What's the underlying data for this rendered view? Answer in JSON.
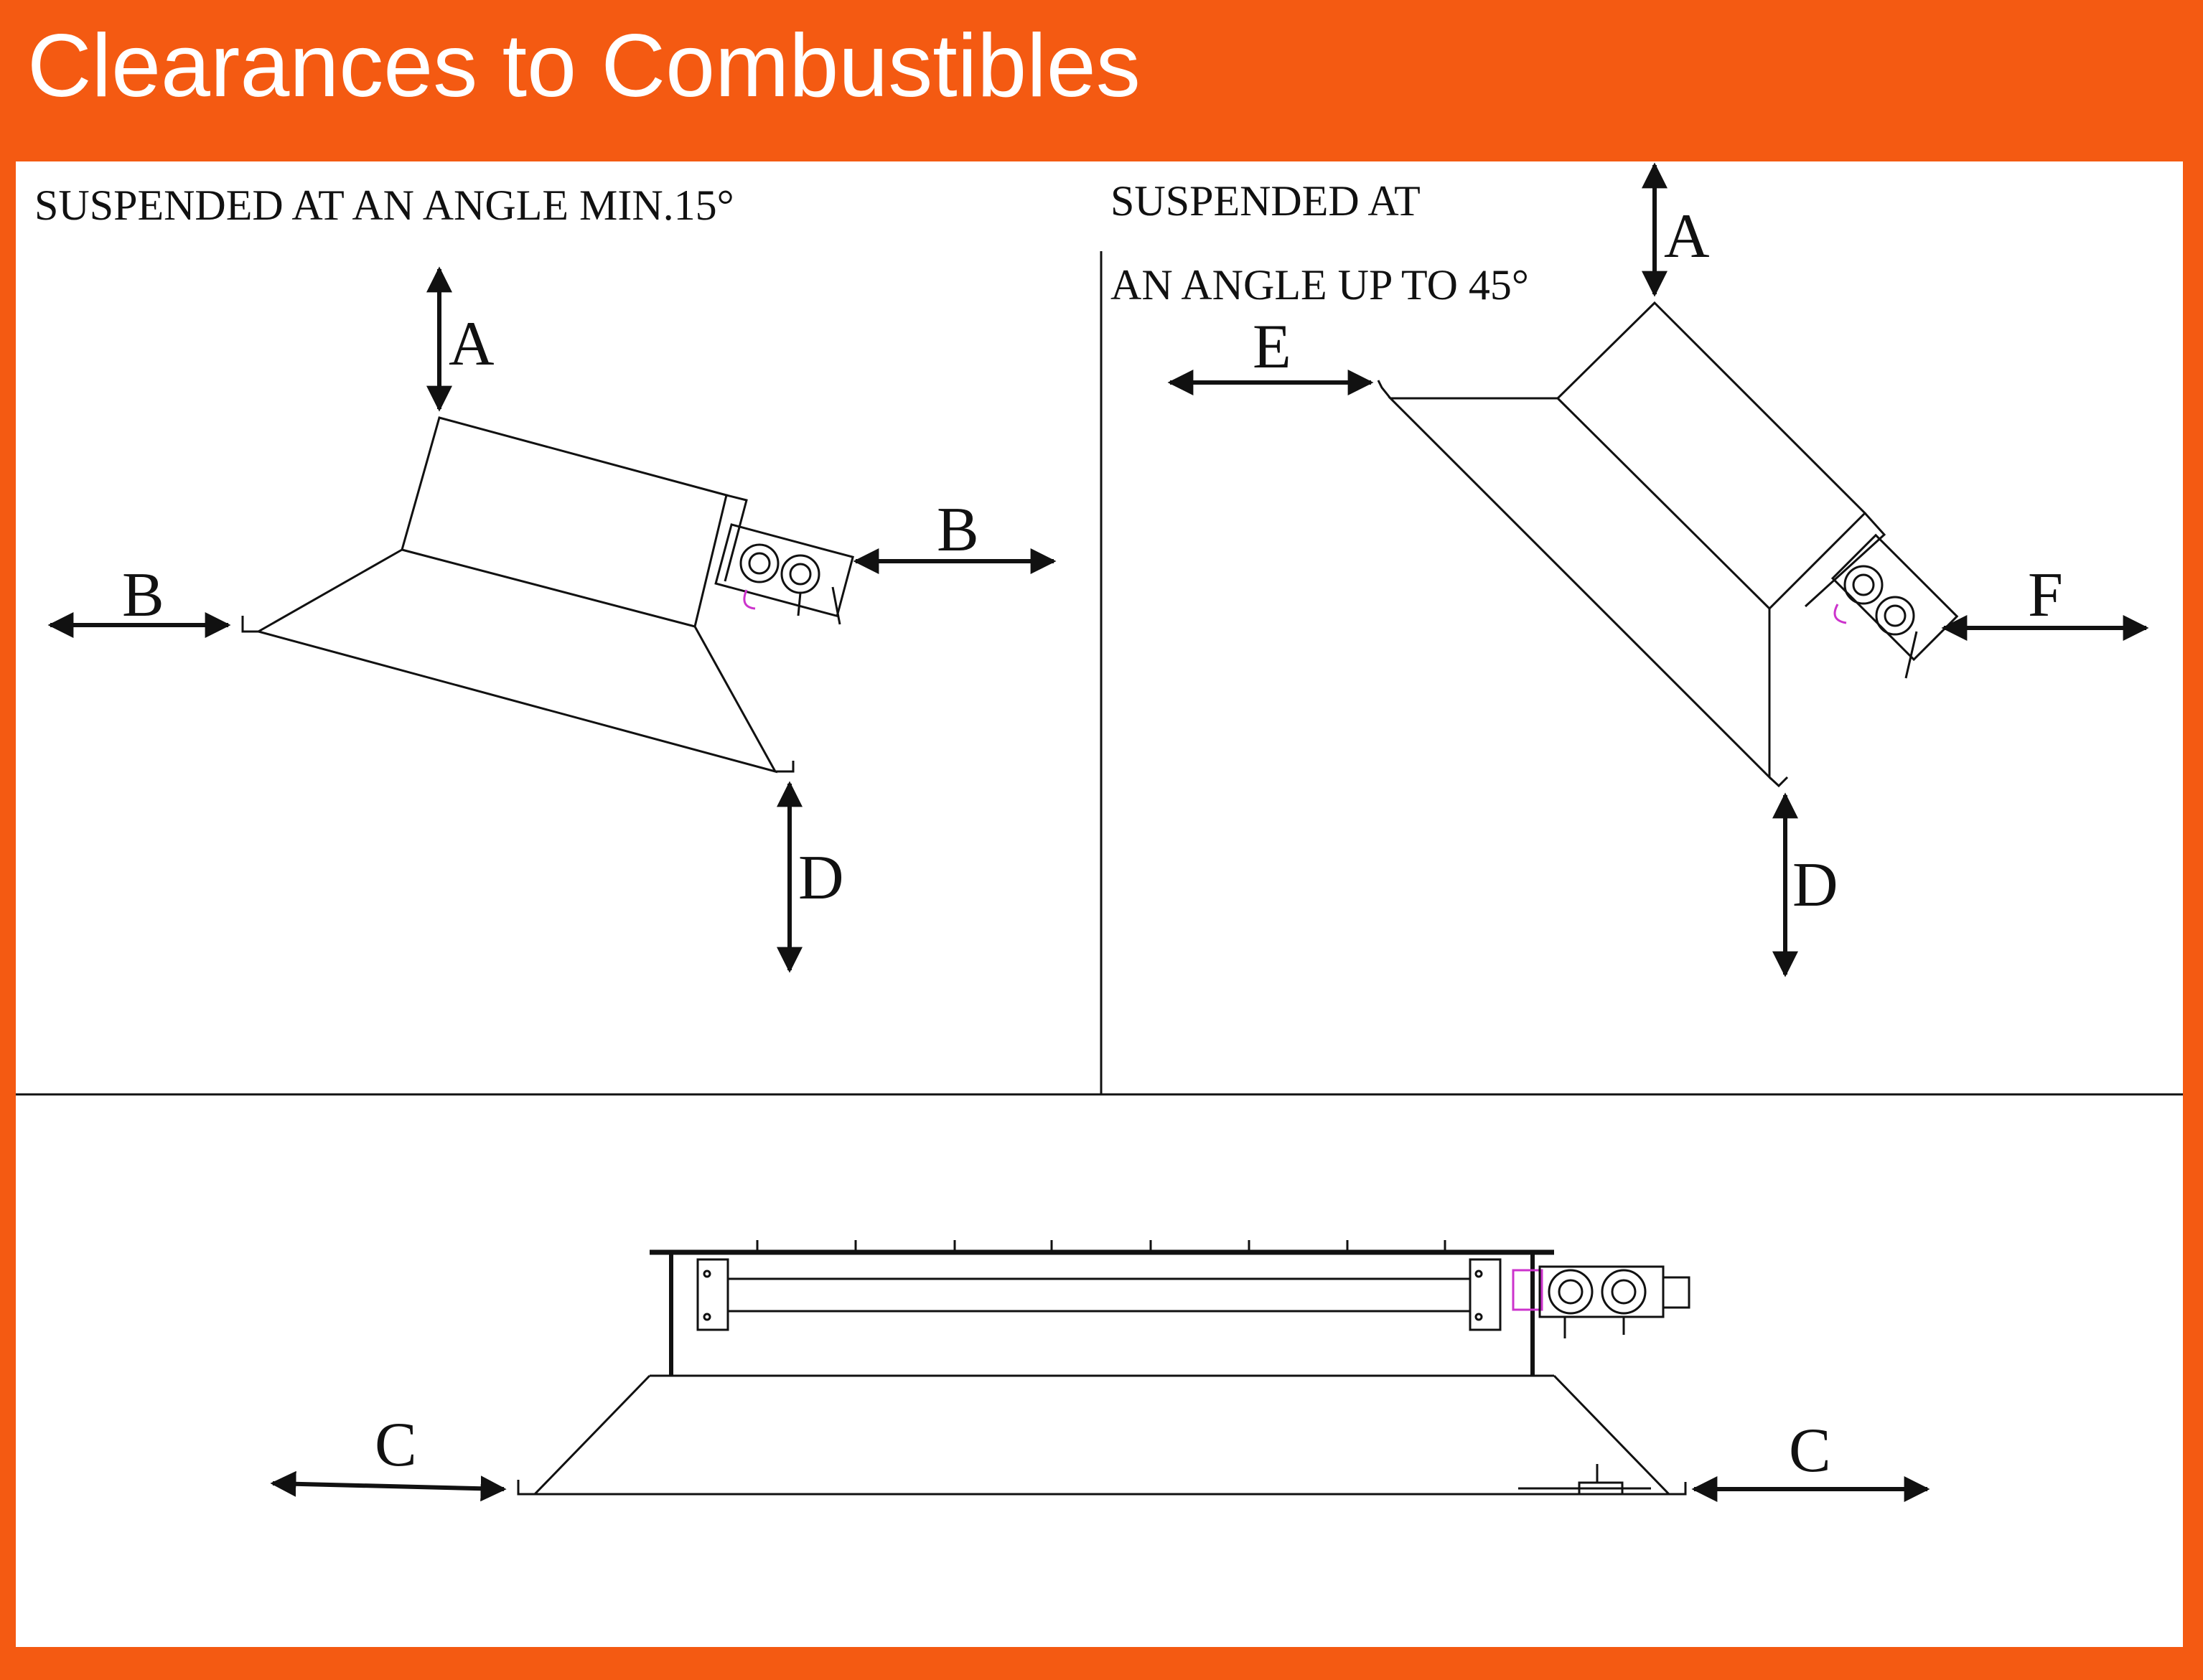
{
  "title": "Clearances to Combustibles",
  "colors": {
    "header": "#f45a12",
    "panel": "#ffffff",
    "line": "#111111",
    "accent": "#cc33cc"
  },
  "panels": {
    "left": {
      "caption": "SUSPENDED AT AN ANGLE MIN.15°",
      "labels": [
        "A",
        "B",
        "B",
        "D"
      ]
    },
    "right": {
      "caption_line1": "SUSPENDED AT",
      "caption_line2": "AN ANGLE UP TO 45°",
      "labels": [
        "A",
        "E",
        "F",
        "D"
      ]
    },
    "bottom": {
      "labels": [
        "C",
        "C"
      ]
    }
  }
}
